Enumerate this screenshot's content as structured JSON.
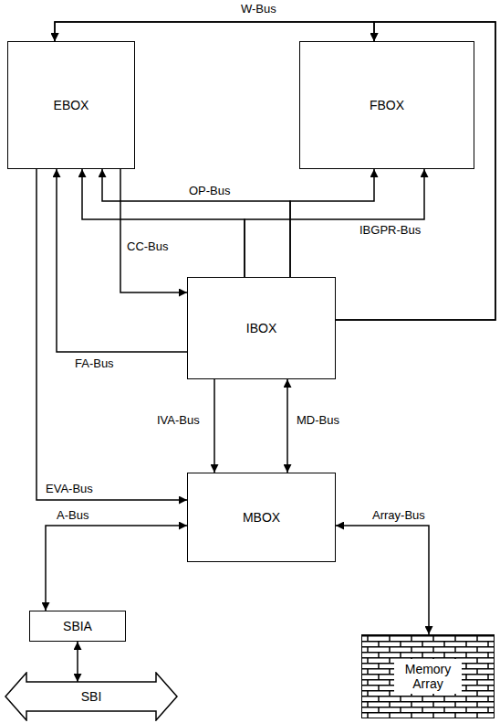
{
  "diagram": {
    "nodes": [
      {
        "text": [
          "EBOX"
        ]
      },
      {
        "text": [
          "FBOX"
        ]
      },
      {
        "text": [
          "IBOX"
        ]
      },
      {
        "text": [
          "MBOX"
        ]
      },
      {
        "text": [
          "SBIA"
        ]
      },
      {
        "text": [
          "Memory Array"
        ]
      },
      {
        "text": [
          "SBI"
        ]
      }
    ],
    "edges": [
      {
        "from": 0,
        "to": 1,
        "label": "W-Bus",
        "arrow": "both"
      },
      {
        "from": 2,
        "to": 0,
        "arrow": "to"
      },
      {
        "from": 2,
        "to": 1,
        "arrow": "to"
      },
      {
        "from": 2,
        "to": 0,
        "label": "OP-Bus",
        "arrow": "to"
      },
      {
        "from": 2,
        "to": 1,
        "arrow": "to"
      },
      {
        "from": 2,
        "to": 0,
        "label": "IBGPR-Bus",
        "arrow": "to"
      },
      {
        "from": 2,
        "to": 1,
        "arrow": "to"
      },
      {
        "from": 0,
        "to": 2,
        "label": "CC-Bus",
        "arrow": "to"
      },
      {
        "from": 2,
        "to": 0,
        "label": "FA-Bus",
        "arrow": "to"
      },
      {
        "from": 2,
        "to": 3,
        "label": "IVA-Bus",
        "arrow": "to"
      },
      {
        "from": 2,
        "to": 3,
        "label": "MD-Bus",
        "arrow": "both"
      },
      {
        "from": 0,
        "to": 3,
        "label": "EVA-Bus",
        "arrow": "to"
      },
      {
        "from": 3,
        "to": 4,
        "label": "A-Bus",
        "arrow": "both"
      },
      {
        "from": 4,
        "to": 6,
        "arrow": "both"
      },
      {
        "from": 3,
        "to": 5,
        "label": "Array-Bus",
        "arrow": "both"
      }
    ]
  }
}
